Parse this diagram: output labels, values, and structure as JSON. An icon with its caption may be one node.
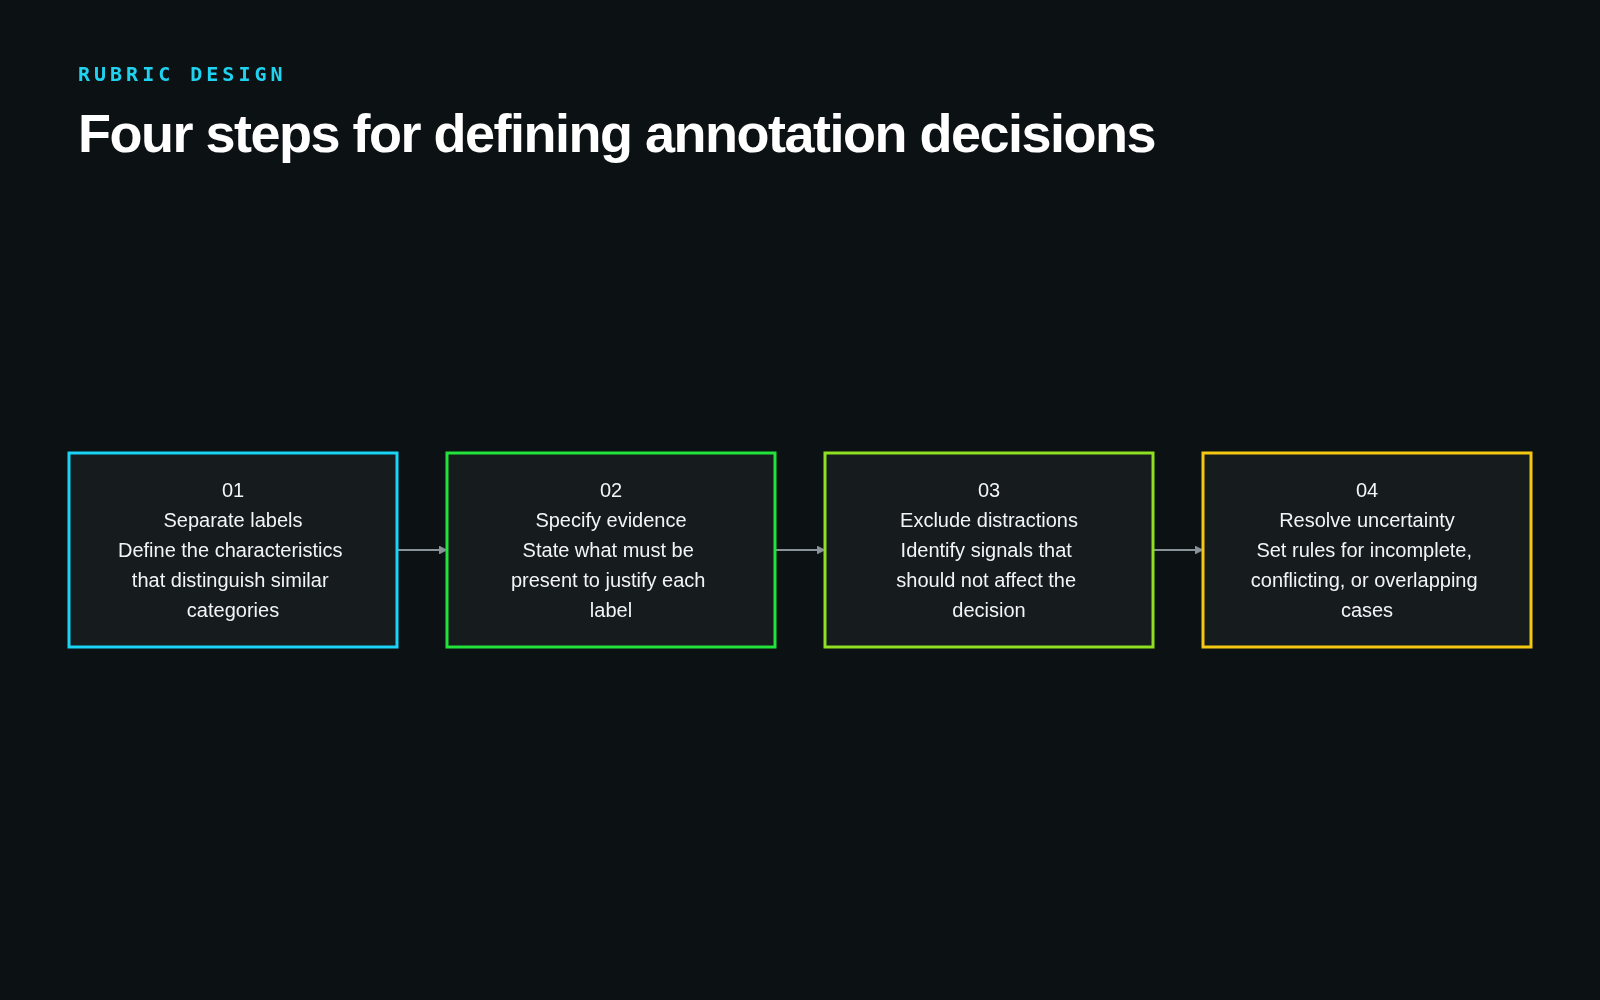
{
  "diagram": {
    "title": "Four steps for defining annotation decisions",
    "nodes": [
      {
        "text": [
          "01",
          "Separate labels",
          "Define the characteristics that distinguish similar categories"
        ]
      },
      {
        "text": [
          "02",
          "Specify evidence",
          "State what must be present to justify each label"
        ]
      },
      {
        "text": [
          "03",
          "Exclude distractions",
          "Identify signals that should not affect the decision"
        ]
      },
      {
        "text": [
          "04",
          "Resolve uncertainty",
          "Set rules for incomplete, conflicting, or overlapping cases"
        ]
      }
    ],
    "edges": [
      {
        "from": 0,
        "to": 1,
        "arrow": "to"
      },
      {
        "from": 1,
        "to": 2,
        "arrow": "to"
      },
      {
        "from": 2,
        "to": 3,
        "arrow": "to"
      }
    ],
    "labels": [
      "RUBRIC DESIGN"
    ]
  }
}
